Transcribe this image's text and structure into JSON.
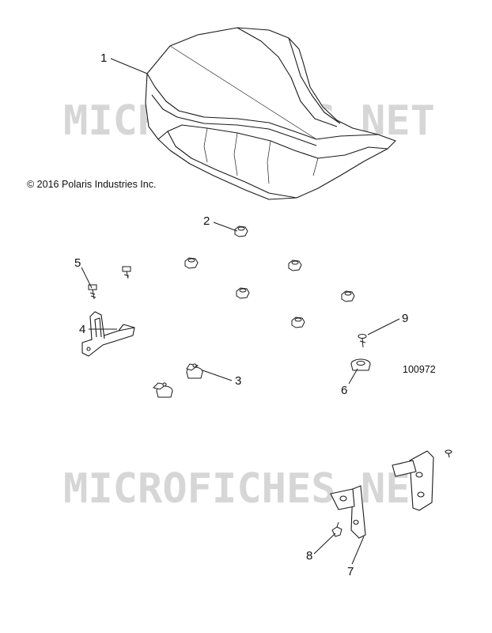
{
  "copyright": "© 2016 Polaris Industries Inc.",
  "figure_number": "100972",
  "watermark_text": "MICROFICHES.NET",
  "callouts": {
    "c1": "1",
    "c2": "2",
    "c3": "3",
    "c4": "4",
    "c5": "5",
    "c6": "6",
    "c7": "7",
    "c8": "8",
    "c9": "9"
  },
  "parts": {
    "p1": "seat",
    "p2": "nut",
    "p3": "clip",
    "p4": "bracket",
    "p5": "screw",
    "p6": "grommet",
    "p7": "latch-bracket",
    "p8": "screw",
    "p9": "screw"
  },
  "colors": {
    "line": "#1a1a1a",
    "watermark": "#d6d6d6"
  }
}
